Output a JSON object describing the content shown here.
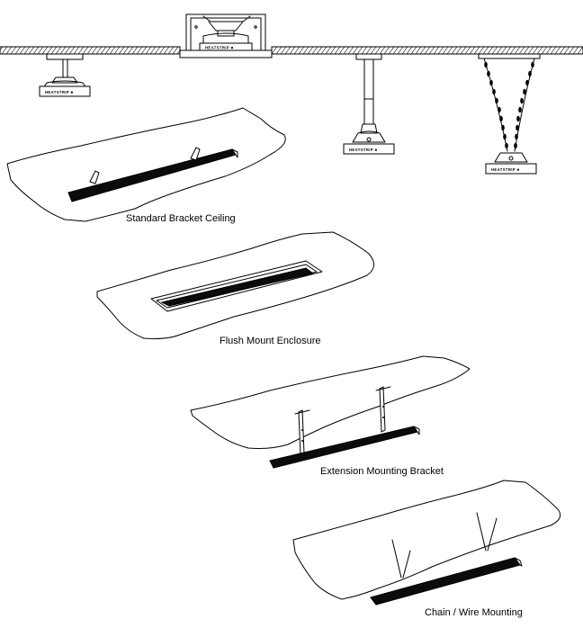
{
  "brand_text": "HEATSTRIP",
  "captions": {
    "standard": "Standard Bracket Ceiling",
    "flush": "Flush Mount Enclosure",
    "extension": "Extension Mounting Bracket",
    "chain": "Chain / Wire Mounting"
  }
}
